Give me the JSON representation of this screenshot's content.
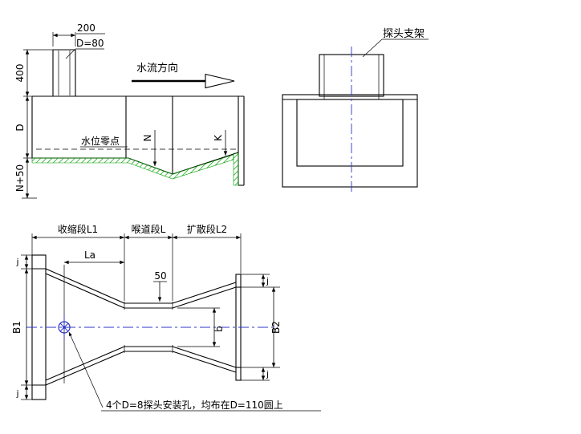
{
  "colors": {
    "outline": "#000000",
    "centerline": "#2d35c8",
    "liner_hatch": "#00a000",
    "background": "#ffffff"
  },
  "side_view": {
    "dim_top_width": "200",
    "pipe_diameter": "D=80",
    "flow_direction_label": "水流方向",
    "dim_height_400": "400",
    "dim_depth_D": "D",
    "water_zero_label": "水位零点",
    "dim_N": "N",
    "dim_K": "K",
    "dim_N_plus_50": "N+50"
  },
  "front_view": {
    "probe_bracket_label": "探头支架"
  },
  "plan_view": {
    "section_labels": {
      "contraction": "收缩段L1",
      "throat": "喉道段L",
      "diffusion": "扩散段L2"
    },
    "dim_La": "La",
    "dim_50": "50",
    "dim_B1": "B1",
    "dim_B2": "B2",
    "dim_b": "b",
    "dim_j": "j",
    "note": "4个D=8探头安装孔，均布在D=110圆上"
  }
}
